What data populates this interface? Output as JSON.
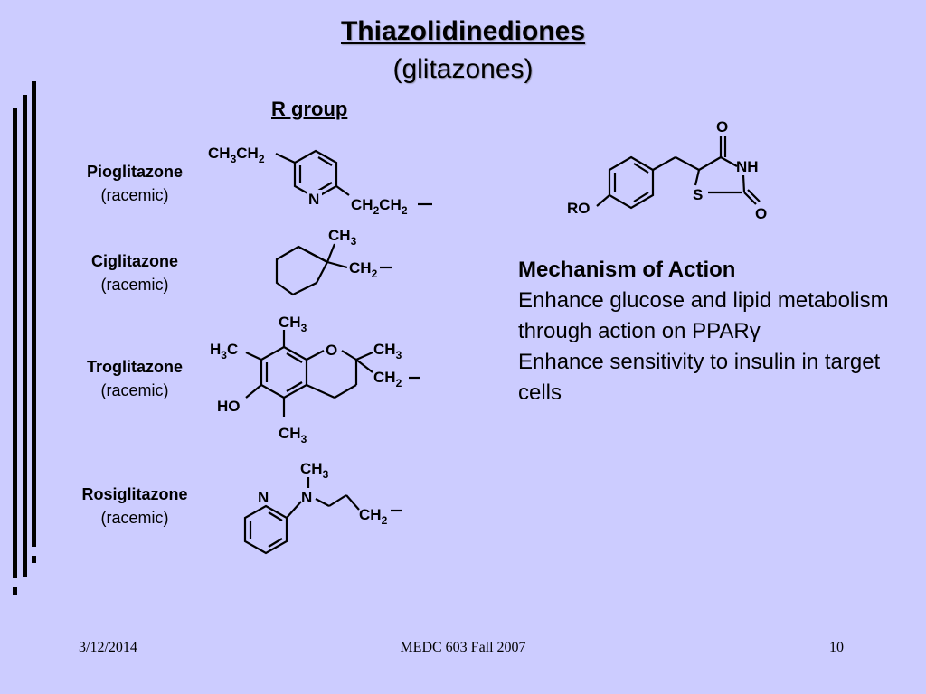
{
  "title": {
    "main": "Thiazolidinediones",
    "sub": "(glitazones)"
  },
  "r_group_heading": "R group",
  "drugs": [
    {
      "name": "Pioglitazone",
      "note": "(racemic)"
    },
    {
      "name": "Ciglitazone",
      "note": "(racemic)"
    },
    {
      "name": "Troglitazone",
      "note": "(racemic)"
    },
    {
      "name": "Rosiglitazone",
      "note": "(racemic)"
    }
  ],
  "mechanism": {
    "heading": "Mechanism of Action",
    "line1": "Enhance glucose and lipid metabolism through action on PPARγ",
    "line2": "Enhance sensitivity to insulin in target cells"
  },
  "footer": {
    "date": "3/12/2014",
    "course": "MEDC 603 Fall 2007",
    "page": "10"
  }
}
